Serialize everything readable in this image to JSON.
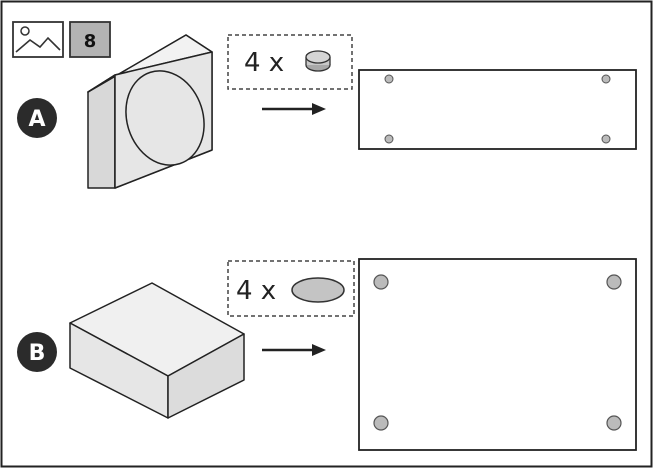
{
  "header": {
    "image_icon": "image-landscape-icon",
    "step_number": "8"
  },
  "steps": [
    {
      "badge": "A",
      "device_icon": "box-with-circle-icon",
      "quantity_label": "4 x",
      "part_icon": "round-foot-pad-icon",
      "arrow_icon": "arrow-right-icon",
      "panel_icon": "mounting-panel-icon"
    },
    {
      "badge": "B",
      "device_icon": "flat-box-icon",
      "quantity_label": "4 x",
      "part_icon": "large-round-foot-pad-icon",
      "arrow_icon": "arrow-right-icon",
      "panel_icon": "mounting-panel-icon"
    }
  ],
  "colors": {
    "badge_fill": "#2b2b2b",
    "step_box_fill": "#b3b3b3",
    "part_fill": "#c8c8c8",
    "device_fill": "#e6e6e6",
    "line": "#222222"
  }
}
